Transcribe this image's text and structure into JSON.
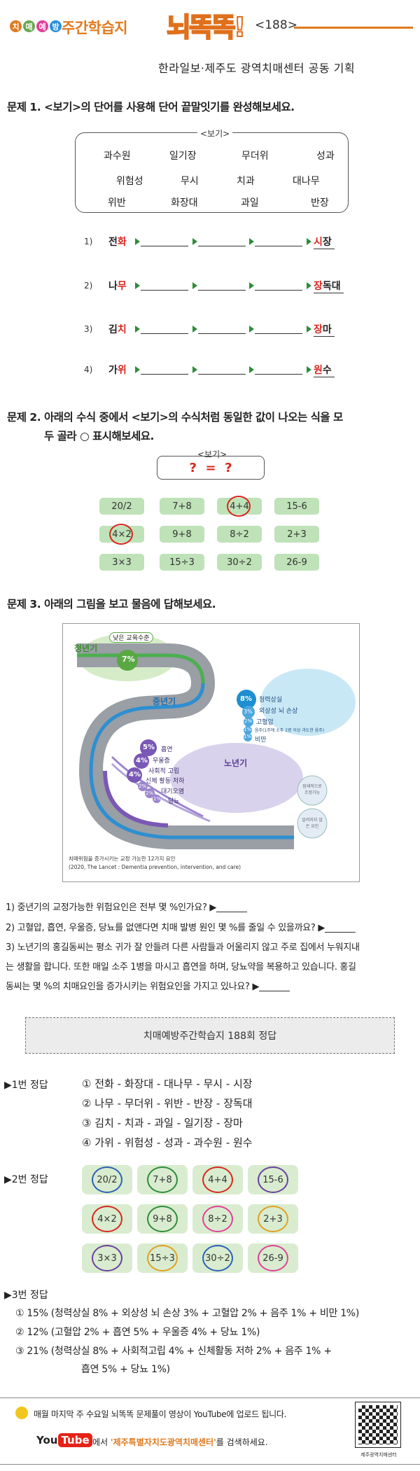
{
  "header": {
    "badge_chars": [
      "치",
      "매",
      "예",
      "방"
    ],
    "title": "주간학습지",
    "logo": "뇌똑똑!",
    "issue": "<188>",
    "subtitle": "한라일보·제주도 광역치매센터 공동 기획"
  },
  "q1": {
    "title": "문제 1. <보기>의 단어를 사용해 단어 끝말잇기를 완성해보세요.",
    "box_label": "<보기>",
    "words_row1": [
      "과수원",
      "일기장",
      "무더위",
      "성과"
    ],
    "words_row2": [
      "위험성",
      "무시",
      "치과",
      "대나무"
    ],
    "words_row3": [
      "위반",
      "화장대",
      "과일",
      "반장"
    ],
    "rows": [
      {
        "num": "1)",
        "start_a": "전",
        "start_b": "화",
        "end_a": "시",
        "end_b": "장"
      },
      {
        "num": "2)",
        "start_a": "나",
        "start_b": "무",
        "end_a": "장",
        "end_b": "독대"
      },
      {
        "num": "3)",
        "start_a": "김",
        "start_b": "치",
        "end_a": "장",
        "end_b": "마"
      },
      {
        "num": "4)",
        "start_a": "가",
        "start_b": "위",
        "end_a": "원",
        "end_b": "수"
      }
    ]
  },
  "q2": {
    "title_l1": "문제 2. 아래의 수식 중에서 <보기>의 수식처럼 동일한 값이 나오는 식을 모",
    "title_l2": "두 골라 ○ 표시해보세요.",
    "box_label": "<보기>",
    "example": "?  =  ?",
    "cells": [
      "20/2",
      "7+8",
      "4+4",
      "15-6",
      "4×2",
      "9+8",
      "8÷2",
      "2+3",
      "3×3",
      "15÷3",
      "30÷2",
      "26-9"
    ]
  },
  "q3": {
    "title": "문제 3. 아래의 그림을 보고 물음에 답해보세요.",
    "fig": {
      "youth": "청년기",
      "youth_tag": "낮은 교육수준",
      "youth_pct": "7%",
      "mid": "중년기",
      "mid_pcts": [
        "8%",
        "3%",
        "2%",
        "1%",
        "1%"
      ],
      "mid_labels": [
        "청력상실",
        "외상성 뇌 손상",
        "고혈압",
        "음주(1주에 소주 1병 이상 과도한 음주)",
        "비만"
      ],
      "old": "노년기",
      "old_pcts": [
        "5%",
        "4%",
        "4%",
        "2%",
        "2%",
        "1%"
      ],
      "old_labels": [
        "흡연",
        "우울증",
        "사회적 고립",
        "신체 활동 저하",
        "대기오염",
        "당뇨"
      ],
      "side1": "잠재적으로 조정가능",
      "side2": "알려지지 않은 요인",
      "cap1": "치매위험을 증가시키는 교정 가능한 12가지 요인",
      "cap2": "(2020, The Lancet : Dementia prevention, intervention, and care)"
    },
    "lines": [
      "1) 중년기의 교정가능한 위험요인은 전부 몇 %인가요? ▶_______",
      "2) 고혈압, 흡연, 우울증, 당뇨를 없앤다면 치매 발병 원인 몇 %를 줄일 수 있을까요? ▶_______",
      "3) 노년기의 홍길동씨는 평소 귀가 잘 안들려 다른 사람들과 어울리지 않고 주로 집에서 누워지내",
      "는 생활을 합니다. 또한 매일 소주 1병을 마시고 흡연을 하며, 당뇨약을 복용하고 있습니다. 홍길",
      "동씨는 몇 %의 치매요인을 증가시키는 위험요인을 가지고 있나요? ▶_______"
    ]
  },
  "answers": {
    "title": "치매예방주간학습지 188회 정답",
    "a1_label": "▶1번 정답",
    "a1": [
      "① 전화 - 화장대 - 대나무 - 무시 - 시장",
      "② 나무 - 무더위 - 위반 - 반장 - 장독대",
      "③ 김치 - 치과 - 과일 - 일기장 - 장마",
      "④ 가위 - 위험성 - 성과 - 과수원 - 원수"
    ],
    "a2_label": "▶2번 정답",
    "a2_cells": [
      "20/2",
      "7+8",
      "4+4",
      "15-6",
      "4×2",
      "9+8",
      "8÷2",
      "2+3",
      "3×3",
      "15÷3",
      "30÷2",
      "26-9"
    ],
    "a2_colors": [
      "#2b5fb8",
      "#2e8b3a",
      "#d7261e",
      "#6a3fa0",
      "#d7261e",
      "#2e8b3a",
      "#e0409a",
      "#e0a020",
      "#6a3fa0",
      "#e0a020",
      "#2b5fb8",
      "#e0409a"
    ],
    "a3_label": "▶3번 정답",
    "a3": [
      "① 15% (청력상실 8% + 외상성 뇌 손상 3% + 고혈압 2% + 음주 1% + 비만 1%)",
      "② 12% (고혈압 2% + 흡연 5% + 우울증 4% + 당뇨 1%)",
      "③ 21% (청력상실 8% + 사회적고립 4% + 신체활동 저하 2% + 음주 1% +",
      "흡연 5% + 당뇨 1%)"
    ]
  },
  "footer": {
    "line1": "매월 마지막 주 수요일 뇌똑똑 문제풀이 영상이 YouTube에 업로드 됩니다.",
    "yt_you": "You",
    "yt_tube": "Tube",
    "line2_pre": "에서 ",
    "line2_name": "'제주특별자치도광역치매센터'",
    "line2_post": "를 검색하세요.",
    "qr_caption": "제주광역치매센터"
  }
}
